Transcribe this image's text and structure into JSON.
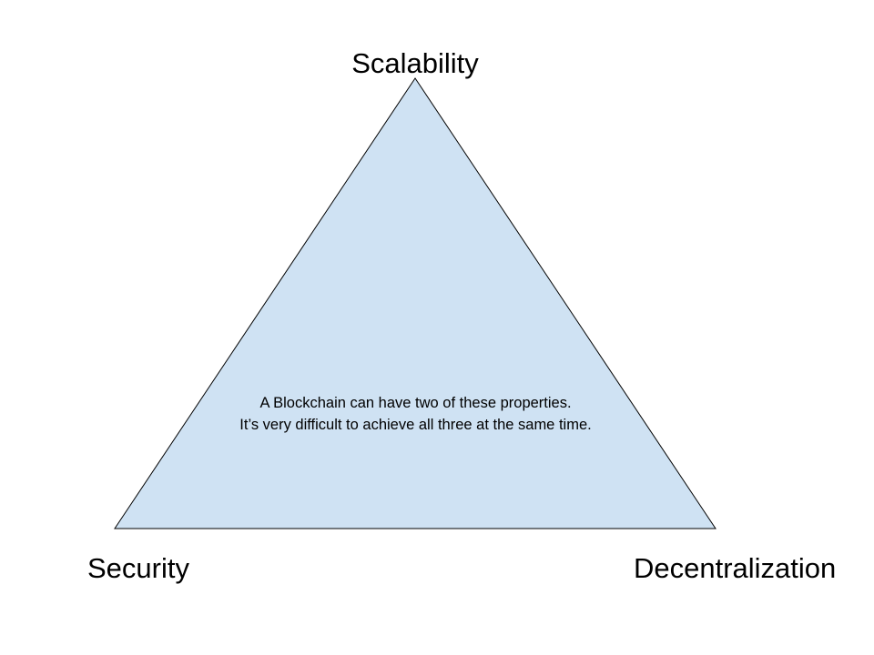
{
  "diagram": {
    "vertices": {
      "top": "Scalability",
      "left": "Security",
      "right": "Decentralization"
    },
    "caption": {
      "line1": "A Blockchain can have two of these properties.",
      "line2": "It’s very difficult to achieve all three at the same time."
    },
    "colors": {
      "triangle_fill": "#cfe2f3",
      "triangle_stroke": "#000000",
      "text": "#000000",
      "background": "#ffffff"
    }
  }
}
